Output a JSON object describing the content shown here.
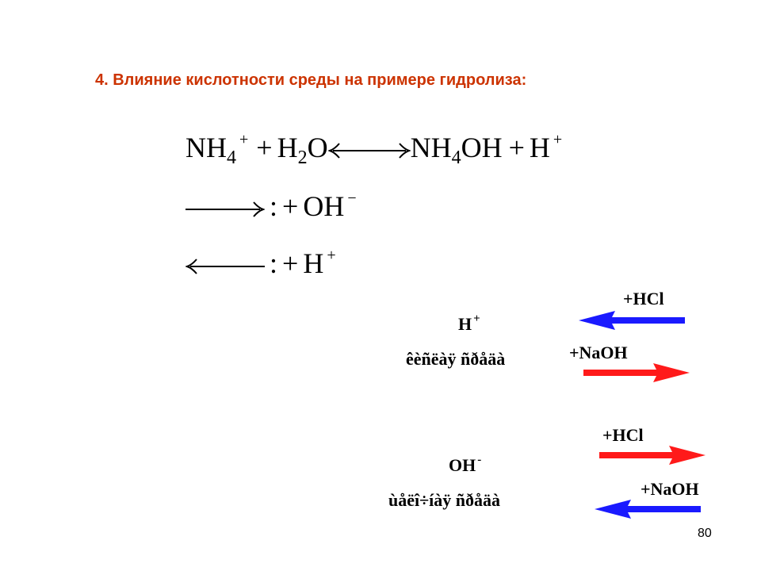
{
  "slide": {
    "title": "4. Влияние кислотности среды на примере гидролиза:",
    "page_number": "80"
  },
  "equations": {
    "line1": {
      "nh": "NH",
      "nh_sub": "4",
      "nh_sup": "+",
      "plus1": "+",
      "h": "H",
      "h_sub": "2",
      "o": "O",
      "nh4oh_n": "NH",
      "nh4oh_sub": "4",
      "nh4oh_oh": "OH",
      "plus2": "+",
      "h_plus": "H",
      "h_plus_sup": "+"
    },
    "line2": {
      "colon": ":",
      "plus": "+",
      "oh": "OH",
      "oh_sup": "−"
    },
    "line3": {
      "colon": ":",
      "plus": "+",
      "h": "H",
      "h_sup": "+"
    }
  },
  "acidic_block": {
    "ion": "H",
    "ion_sup": "+",
    "env_label": "êèñëàÿ ñðåäà",
    "hcl_label": "+HCl",
    "naoh_label": "+NaOH",
    "colors": {
      "hcl_arrow": "#1a1aff",
      "naoh_arrow": "#ff1a1a"
    }
  },
  "basic_block": {
    "ion": "OH",
    "ion_sup": "-",
    "env_label": "ùåëî÷íàÿ ñðåäà",
    "hcl_label": "+HCl",
    "naoh_label": "+NaOH",
    "colors": {
      "hcl_arrow": "#ff1a1a",
      "naoh_arrow": "#1a1aff"
    }
  }
}
